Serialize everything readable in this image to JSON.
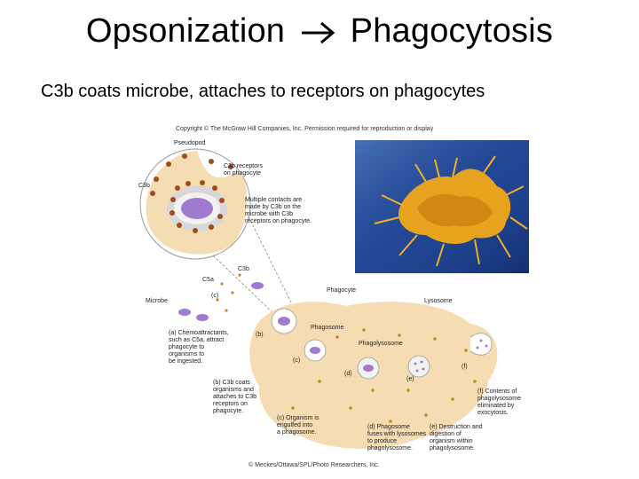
{
  "slide": {
    "title_left": "Opsonization",
    "title_right": "Phagocytosis",
    "subtitle": "C3b coats microbe, attaches to receptors on phagocytes"
  },
  "figure": {
    "copyright": "Copyright © The McGraw Hill Companies, Inc. Permission required for reproduction or display",
    "credit": "© Meckes/Ottawa/SPL/Photo Researchers, Inc.",
    "labels": {
      "pseudopod": "Pseudopod",
      "c3b_receptors": "C3b receptors\non phagocyte",
      "c3b_inset": "C3b",
      "multiple_contacts": "Multiple contacts are\nmade by C3b on the\nmicrobe with C3b\nreceptors on phagocyte.",
      "c3b": "C3b",
      "c5a": "C5a",
      "c_small": "(c)",
      "microbe": "Microbe",
      "phagocyte": "Phagocyte",
      "lysosome": "Lysosome",
      "phagosome": "Phagosome",
      "phagolysosome": "Phagolysosome",
      "b_tag": "(b)",
      "c_tag": "(c)",
      "d_tag": "(d)",
      "e_tag": "(e)",
      "f_tag": "(f)",
      "a_text": "(a) Chemoattractants,\nsuch as C5a, attract\nphagocyte to\norganisms to\nbe ingested.",
      "b_text": "(b) C3b coats\norganisms and\nattaches to C3b\nreceptors on\nphagocyte.",
      "c_text": "(c) Organism is\nengulfed into\na phagosome.",
      "d_text": "(d) Phagosome\nfuses with lysosomes\nto produce\nphagolysosome.",
      "e_text": "(e) Destruction and\ndigestion of\norganism within\nphagolysosome.",
      "f_text": "(f) Contents of\nphagolysosome\neliminated by\nexocytosis."
    }
  }
}
